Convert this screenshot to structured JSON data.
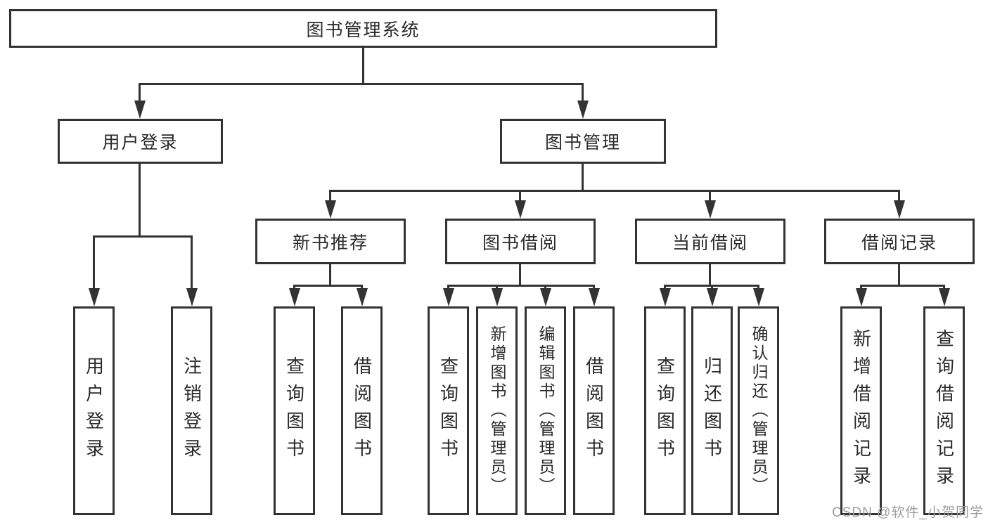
{
  "nodes": {
    "root": "图书管理系统",
    "level2": [
      "用户登录",
      "图书管理"
    ],
    "level3": [
      "新书推荐",
      "图书借阅",
      "当前借阅",
      "借阅记录"
    ],
    "leaves_user_login": [
      "用户登录",
      "注销登录"
    ],
    "leaves_new_book": [
      "查询图书",
      "借阅图书"
    ],
    "leaves_book_borrow": [
      "查询图书",
      "新增图书（管理员）",
      "编辑图书（管理员）",
      "借阅图书"
    ],
    "leaves_current_borrow": [
      "查询图书",
      "归还图书",
      "确认归还（管理员）"
    ],
    "leaves_borrow_record": [
      "新增借阅记录",
      "查询借阅记录"
    ]
  },
  "watermark": "CSDN @软件_小贺同学",
  "colors": {
    "line": "#333333",
    "box_border": "#333333",
    "box_fill": "#ffffff",
    "text": "#2a2a2a",
    "watermark": "#9e9e9e",
    "background": "#ffffff"
  }
}
